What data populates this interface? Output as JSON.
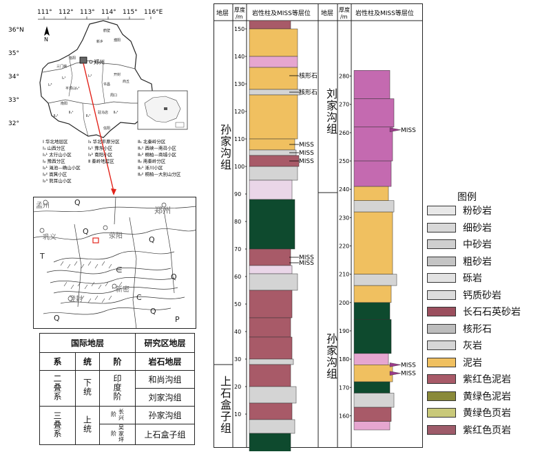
{
  "map": {
    "lon_ticks": [
      "111°",
      "112°",
      "113°",
      "114°",
      "115°",
      "116°E"
    ],
    "lat_ticks": [
      "36°N",
      "35°",
      "34°",
      "33°",
      "32°"
    ],
    "city": "郑州",
    "regions": [
      "Ⅰ 华北地层区",
      "Ⅰ₁ 山西分区",
      "Ⅰ₁¹ 太行山小区",
      "Ⅰ₂ 豫西分区",
      "Ⅰ₂¹ 渑池—确山小区",
      "Ⅰ₂² 嵩箕小区",
      "Ⅰ₂³ 熊耳山小区",
      "Ⅰ₃ 华北平原分区",
      "Ⅰ₃¹ 豫东小区",
      "Ⅰ₃² 南阳小区",
      "Ⅱ 秦岭地层区",
      "Ⅱ₁ 北秦岭分区",
      "Ⅱ₁¹ 西峡—南召小区",
      "Ⅱ₁² 桐柏—商城小区",
      "Ⅱ₂ 南秦岭分区",
      "Ⅱ₂¹ 淅川小区",
      "Ⅱ₂² 桐柏—大别山分区"
    ]
  },
  "geo_map": {
    "places": [
      "孟州",
      "巩义",
      "荥阳",
      "郑州",
      "新密",
      "登封"
    ],
    "symbols": [
      "Q",
      "Q",
      "Q",
      "Q",
      "Q",
      "Q",
      "T",
      "P",
      "∈",
      "C"
    ]
  },
  "strat_table": {
    "header_left": "国际地层",
    "header_right": "研究区地层",
    "col1": "系",
    "col2": "统",
    "col3": "阶",
    "col4": "岩石地层",
    "sys1": "二叠系",
    "sys2": "三叠系",
    "series1": "下统",
    "series2": "上统",
    "stage1": "印度阶",
    "stage2": "长兴阶",
    "stage3": "吴家坪阶",
    "fm1": "和尚沟组",
    "fm2": "刘家沟组",
    "fm3": "孙家沟组",
    "fm4": "上石盒子组"
  },
  "column": {
    "h_stratum": "地层",
    "h_thick": "厚度/m",
    "h_lith": "岩性柱及MISS等层位",
    "fm_a": "孙家沟组",
    "fm_b": "上石盒子组",
    "fm_c": "刘家沟组",
    "fm_d": "孙家沟组",
    "ticks_left": [
      150,
      140,
      130,
      120,
      110,
      100,
      90,
      80,
      70,
      60,
      50,
      40,
      30,
      20,
      10
    ],
    "ticks_right": [
      280,
      270,
      260,
      250,
      240,
      230,
      220,
      210,
      200,
      190,
      180,
      170,
      160
    ],
    "annot_left": [
      "核形石",
      "核形石",
      "MISS",
      "MISS",
      "MISS",
      "MISS",
      "MISS"
    ],
    "annot_right": [
      "MISS",
      "MISS",
      "MISS"
    ]
  },
  "legend": {
    "title": "图例",
    "items": [
      {
        "label": "粉砂岩",
        "color": "#e8e8e8"
      },
      {
        "label": "细砂岩",
        "color": "#d8d8d8"
      },
      {
        "label": "中砂岩",
        "color": "#cfcfcf"
      },
      {
        "label": "粗砂岩",
        "color": "#c4c4c4"
      },
      {
        "label": "砾岩",
        "color": "#e2e2e2"
      },
      {
        "label": "钙质砂岩",
        "color": "#dcdcdc"
      },
      {
        "label": "长石石英砂岩",
        "color": "#9b4f5e"
      },
      {
        "label": "核形石",
        "color": "#bdbdbd"
      },
      {
        "label": "灰岩",
        "color": "#d6d6d6"
      },
      {
        "label": "泥岩",
        "color": "#f0c060"
      },
      {
        "label": "紫红色泥岩",
        "color": "#a85a68"
      },
      {
        "label": "黄绿色泥岩",
        "color": "#8a8a3a"
      },
      {
        "label": "黄绿色页岩",
        "color": "#c9c97a"
      },
      {
        "label": "紫红色页岩",
        "color": "#9e5b6a"
      }
    ]
  }
}
